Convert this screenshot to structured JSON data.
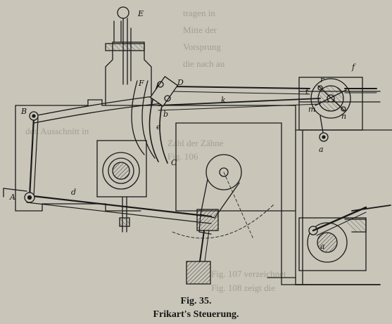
{
  "figure": {
    "number": "Fig. 35.",
    "title": "Frikart's Steuerung."
  },
  "labels": {
    "E": "E",
    "F": "F",
    "D": "D",
    "k": "k",
    "b": "b",
    "B": "B",
    "C": "C",
    "e": "e",
    "d": "d",
    "A": "A",
    "f": "f",
    "t": "t",
    "m": "m",
    "r": "r",
    "n": "n",
    "a": "a",
    "a1": "a"
  },
  "bleed_text": [
    "tragen  in",
    "Mitte  der",
    "Vorsprung",
    "die nach au",
    "den Ausschnitt in",
    "Zahl der Zähne",
    "Fig. 106",
    "Fig. 107 verzeichnet",
    "Fig. 108 zeigt die"
  ],
  "colors": {
    "paper": "#c9c5b9",
    "ink": "#1a1a1a"
  }
}
